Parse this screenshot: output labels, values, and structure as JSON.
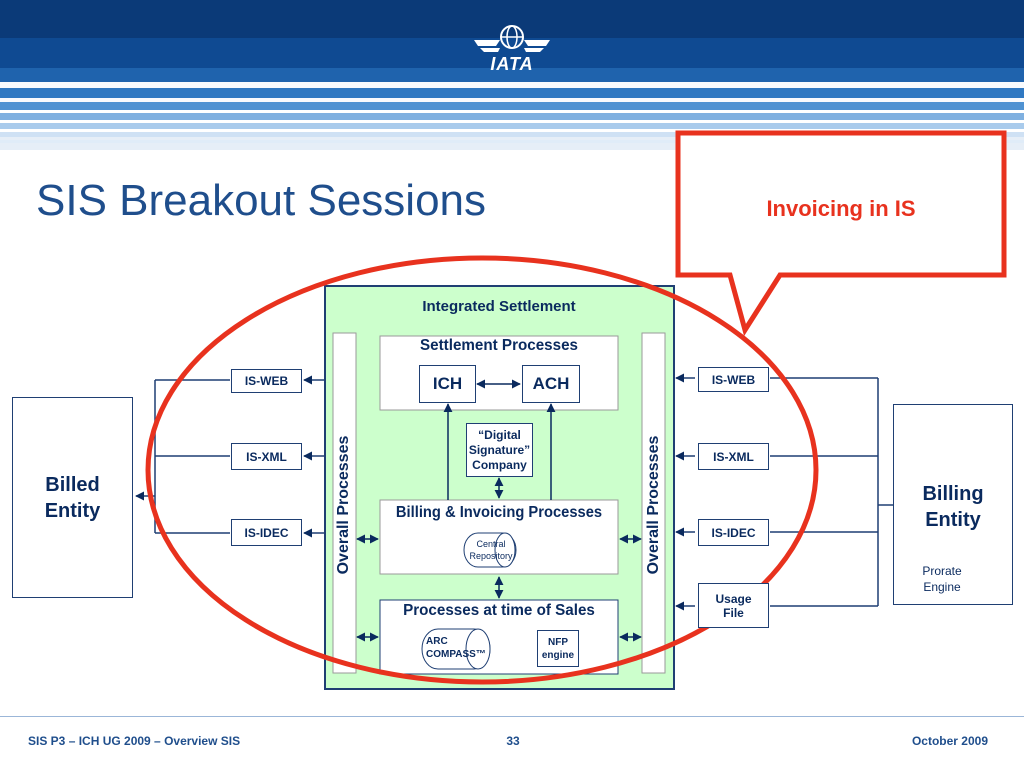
{
  "header": {
    "logo_text": "IATA",
    "logo_icon": "globe-with-wings-icon"
  },
  "slide": {
    "title": "SIS Breakout Sessions"
  },
  "callout": {
    "text": "Invoicing in IS"
  },
  "diagram": {
    "integrated_settlement": "Integrated Settlement",
    "settlement_processes": "Settlement Processes",
    "ich": "ICH",
    "ach": "ACH",
    "digital_signature": [
      "“Digital",
      "Signature”",
      "Company"
    ],
    "billing_invoicing": "Billing & Invoicing Processes",
    "central_repository": [
      "Central",
      "Repository"
    ],
    "processes_sales": "Processes at time of Sales",
    "arc_compass": [
      "ARC",
      "COMPASS™"
    ],
    "nfp_engine": [
      "NFP",
      "engine"
    ],
    "overall_processes": "Overall Processes",
    "left_channels": [
      "IS-WEB",
      "IS-XML",
      "IS-IDEC"
    ],
    "right_channels": [
      "IS-WEB",
      "IS-XML",
      "IS-IDEC"
    ],
    "usage_file": [
      "Usage",
      "File"
    ],
    "billed_entity": [
      "Billed",
      "Entity"
    ],
    "billing_entity": [
      "Billing",
      "Entity"
    ],
    "prorate_engine": [
      "Prorate",
      "Engine"
    ]
  },
  "footer": {
    "left": "SIS P3 – ICH UG 2009 – Overview SIS",
    "page": "33",
    "date": "October 2009"
  },
  "colors": {
    "title_blue": "#1f4e8c",
    "header_blue": "#0b3a78",
    "highlight_red": "#e8321e",
    "panel_green": "#ccffcc"
  }
}
